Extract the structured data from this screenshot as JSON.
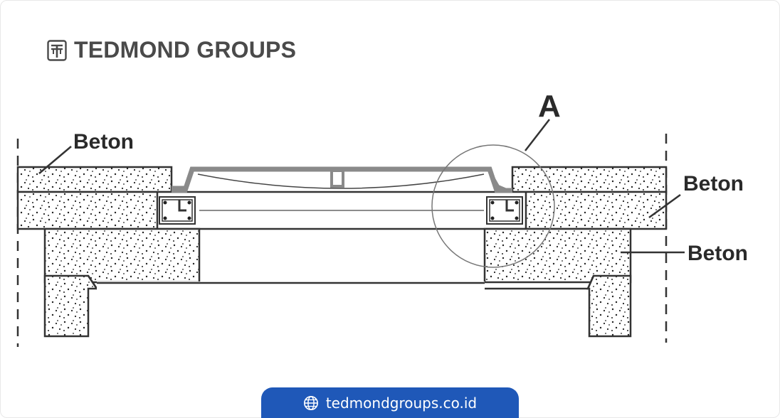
{
  "header": {
    "brand_name": "TEDMOND GROUPS",
    "logo_icon": "tedmond-logo-icon",
    "title_color": "#4a4a4a"
  },
  "diagram": {
    "labels": {
      "detail_marker": "A",
      "beton_top_left": "Beton",
      "beton_right_upper": "Beton",
      "beton_right_lower": "Beton"
    },
    "colors": {
      "line": "#333333",
      "frame_steel": "#8a8a8a",
      "concrete_dots": "#222222"
    }
  },
  "footer": {
    "website": "tedmondgroups.co.id",
    "icon": "globe-icon",
    "background": "#1f58b8"
  }
}
